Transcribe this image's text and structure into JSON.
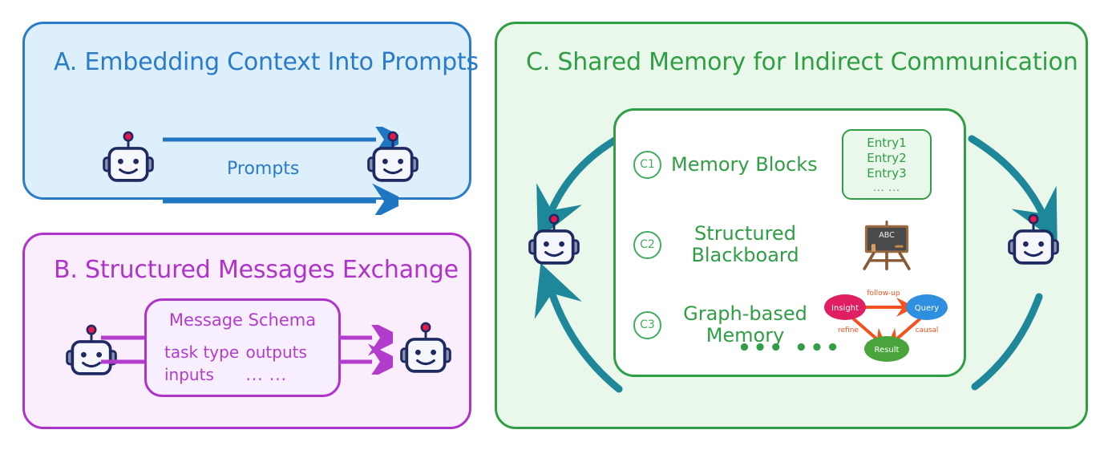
{
  "figure": {
    "background": "#ffffff",
    "panels": [
      {
        "id": "A",
        "title": "A. Embedding Context Into Prompts",
        "accent": "#2a7bc8",
        "fill": "#ddeffb",
        "arrow_label": "Prompts",
        "left_agent": "robot-icon",
        "right_agent": "robot-icon"
      },
      {
        "id": "B",
        "title": "B. Structured Messages Exchange",
        "accent": "#ae33c9",
        "fill": "#faedfc",
        "schema": {
          "title": "Message Schema",
          "fields": [
            "task type",
            "outputs",
            "inputs",
            "... ..."
          ]
        },
        "left_agent": "robot-icon",
        "right_agent": "robot-icon"
      },
      {
        "id": "C",
        "title": "C. Shared Memory for Indirect Communication",
        "accent": "#2f9e44",
        "fill": "#e9f8ea",
        "flow_color": "#1e8799",
        "left_agent": "robot-icon",
        "right_agent": "robot-icon",
        "bottom_dots": "•••   •••",
        "rows": [
          {
            "badge": "C1",
            "label": "Memory Blocks",
            "visual": "entries-box",
            "entries": [
              "Entry1",
              "Entry2",
              "Entry3"
            ],
            "entries_more": "... ..."
          },
          {
            "badge": "C2",
            "label": "Structured\nBlackboard",
            "visual": "blackboard-icon",
            "blackboard_text": "ABC"
          },
          {
            "badge": "C3",
            "label": "Graph-based\nMemory",
            "visual": "mini-graph",
            "graph": {
              "nodes": [
                {
                  "id": "insight",
                  "label": "Insight",
                  "color": "#e01f63"
                },
                {
                  "id": "query",
                  "label": "Query",
                  "color": "#2e8fe0"
                },
                {
                  "id": "result",
                  "label": "Result",
                  "color": "#4aa43c"
                }
              ],
              "edges": [
                {
                  "from": "insight",
                  "to": "query",
                  "label": "follow-up",
                  "color": "#f4511e"
                },
                {
                  "from": "insight",
                  "to": "result",
                  "label": "refine",
                  "color": "#f4511e"
                },
                {
                  "from": "query",
                  "to": "result",
                  "label": "causal",
                  "color": "#f4511e"
                }
              ]
            }
          }
        ]
      }
    ]
  }
}
